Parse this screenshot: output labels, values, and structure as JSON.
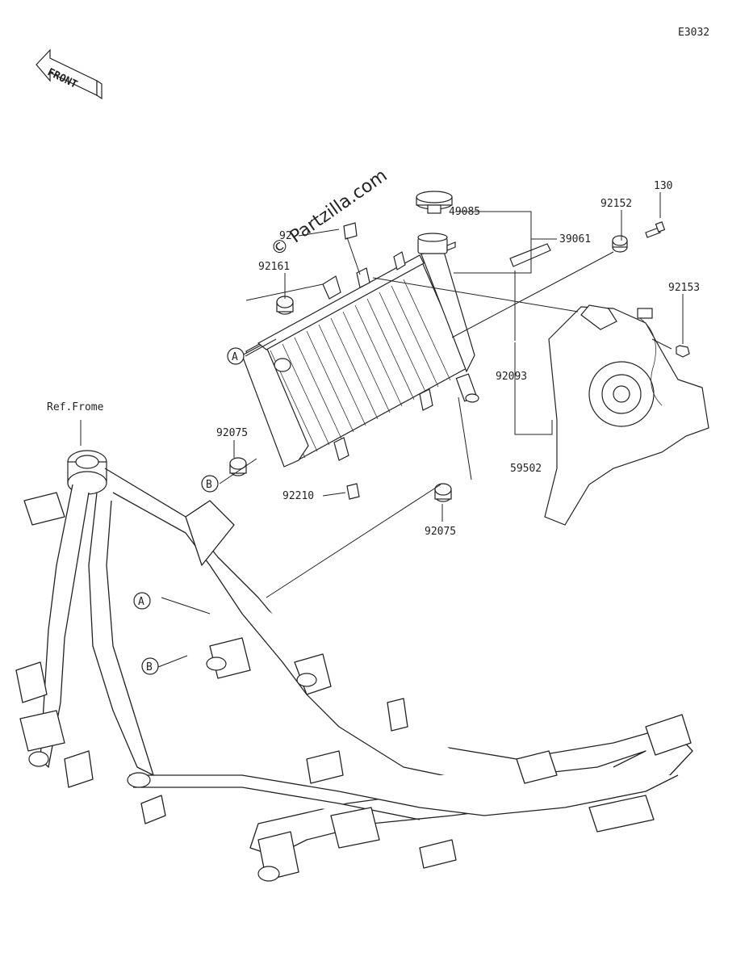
{
  "diagram_code": "E3032",
  "front_arrow_label": "FRONT",
  "watermark": "© Partzilla.com",
  "ref_frame_label": "Ref.Frome",
  "callouts": {
    "p130": "130",
    "p92152": "92152",
    "p92153": "92153",
    "p49085": "49085",
    "p39061": "39061",
    "p92161": "92161",
    "p92171": "92",
    "p92093": "92093",
    "p59502": "59502",
    "p92075a": "92075",
    "p92075b": "92075",
    "p92210": "92210"
  },
  "ref_marks": {
    "a1": "A",
    "b1": "B",
    "a2": "A",
    "b2": "B"
  }
}
